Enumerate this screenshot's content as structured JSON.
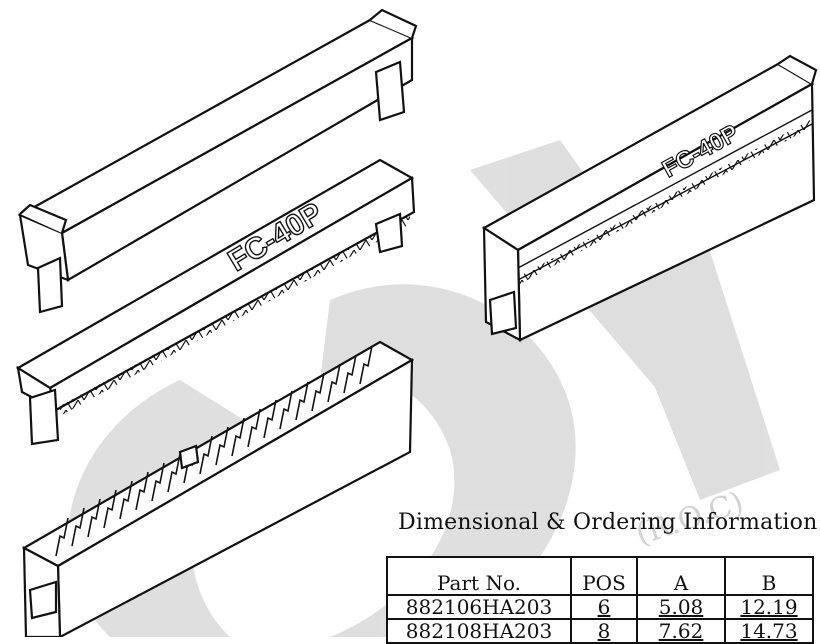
{
  "colors": {
    "ink": "#111111",
    "watermark": "#d6d6d6",
    "paper": "#ffffff"
  },
  "watermark": {
    "letters": "ON",
    "small": "(R.O.C)"
  },
  "parts": [
    {
      "name": "header-housing",
      "label": ""
    },
    {
      "name": "cover-labeled",
      "label": "FC-40P"
    },
    {
      "name": "assembled-connector",
      "label": "FC-40P"
    },
    {
      "name": "press-strain-bar",
      "label": ""
    }
  ],
  "ordering": {
    "heading": "Dimensional & Ordering Information:",
    "columns": [
      "Part No.",
      "POS",
      "A",
      "B"
    ],
    "rows": [
      [
        "882106HA203",
        "6",
        "5.08",
        "12.19"
      ],
      [
        "882108HA203",
        "8",
        "7.62",
        "14.73"
      ]
    ]
  }
}
